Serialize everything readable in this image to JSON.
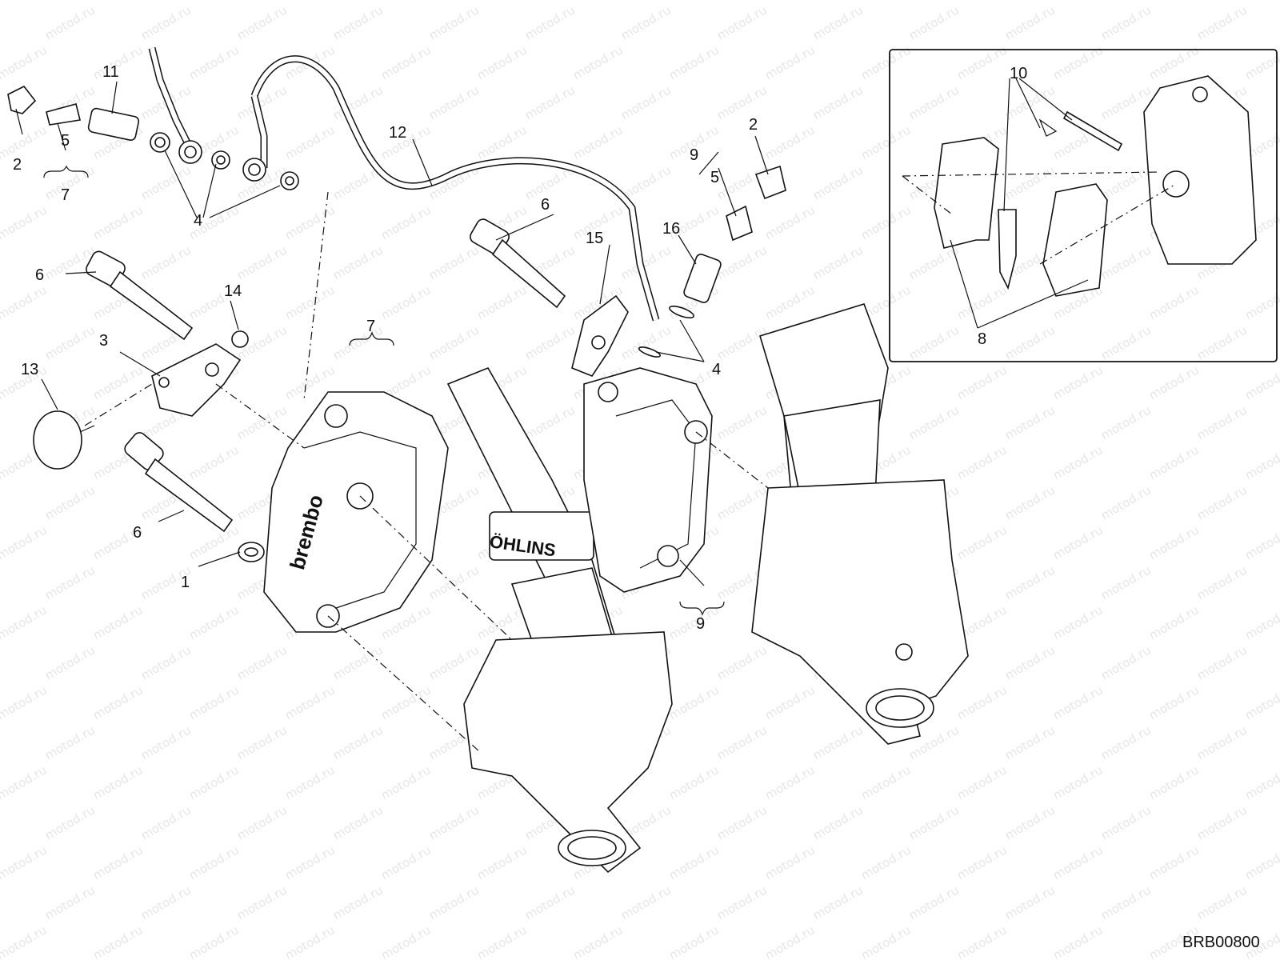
{
  "diagram": {
    "drawing_code": "BRB00800",
    "watermark": "motod.ru",
    "brand_text": "brembo",
    "fork_label": "ÖHLINS",
    "callouts": [
      "1",
      "2",
      "3",
      "4",
      "5",
      "6",
      "7",
      "8",
      "9",
      "10",
      "11",
      "12",
      "13",
      "14",
      "15",
      "16"
    ]
  }
}
